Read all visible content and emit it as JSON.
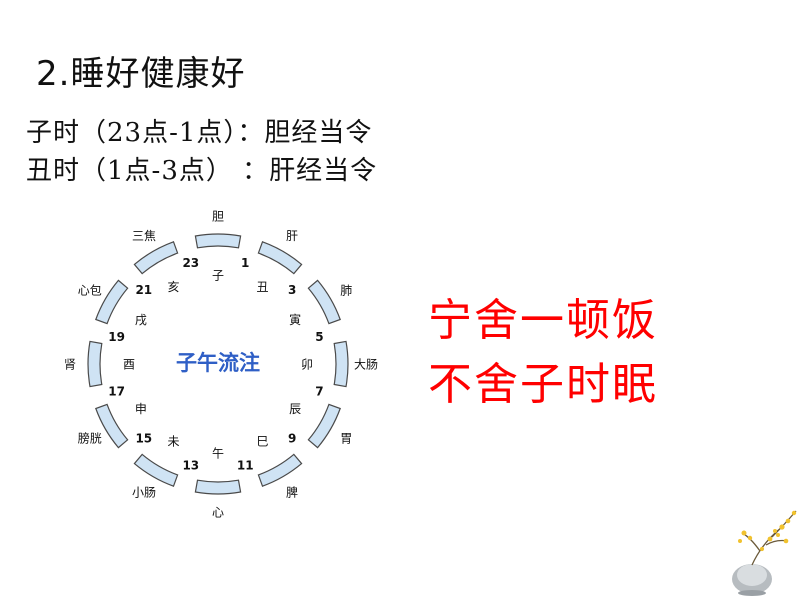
{
  "slide": {
    "title": "2.睡好健康好",
    "line1": "子时（23点-1点）：胆经当令",
    "line2": "丑时（1点-3点）  ：肝经当令",
    "slogan_line1": "宁舍一顿饭",
    "slogan_line2": "不舍子时眠",
    "slogan_color": "#ff0000"
  },
  "diagram": {
    "center_label": "子午流注",
    "center_color": "#2f5fc6",
    "segment_color": "#cfe3f4",
    "segment_border": "#4a4a4a",
    "sectors": [
      {
        "meridian": "胆",
        "hour": "23",
        "branch": "子"
      },
      {
        "meridian": "肝",
        "hour": "1",
        "branch": "丑"
      },
      {
        "meridian": "肺",
        "hour": "3",
        "branch": "寅"
      },
      {
        "meridian": "大肠",
        "hour": "5",
        "branch": "卯"
      },
      {
        "meridian": "胃",
        "hour": "7",
        "branch": "辰"
      },
      {
        "meridian": "脾",
        "hour": "9",
        "branch": "巳"
      },
      {
        "meridian": "心",
        "hour": "11",
        "branch": "午"
      },
      {
        "meridian": "小肠",
        "hour": "13",
        "branch": "未"
      },
      {
        "meridian": "膀胱",
        "hour": "15",
        "branch": "申"
      },
      {
        "meridian": "肾",
        "hour": "17",
        "branch": "酉"
      },
      {
        "meridian": "心包",
        "hour": "19",
        "branch": "戌"
      },
      {
        "meridian": "三焦",
        "hour": "21",
        "branch": "亥"
      }
    ]
  }
}
